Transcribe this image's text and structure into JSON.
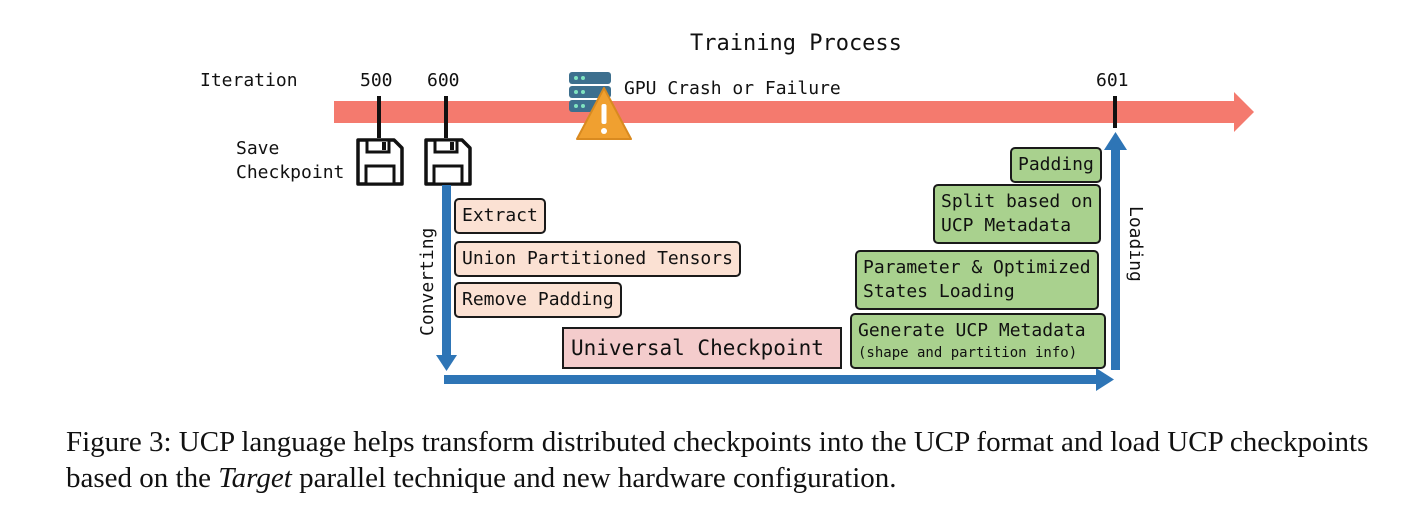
{
  "title": "Training Process",
  "iteration_label": "Iteration",
  "iterations": [
    "500",
    "600",
    "601"
  ],
  "failure_label": "GPU Crash or Failure",
  "save_label_line1": "Save",
  "save_label_line2": "Checkpoint",
  "converting_label": "Converting",
  "loading_label": "Loading",
  "convert_steps": [
    "Extract",
    "Union Partitioned Tensors",
    "Remove Padding"
  ],
  "universal_checkpoint": "Universal Checkpoint",
  "load_steps": {
    "padding": "Padding",
    "split_line1": "Split based on",
    "split_line2": "UCP Metadata",
    "param_line1": "Parameter & Optimized",
    "param_line2": "States Loading",
    "generate_line1": "Generate UCP Metadata",
    "generate_line2": "(shape and partition info)"
  },
  "caption": {
    "part1": "Figure 3: UCP language helps transform distributed checkpoints into the UCP  format and load UCP checkpoints based on the ",
    "italic": "Target",
    "part2": " parallel technique and new hardware configuration."
  },
  "colors": {
    "timeline": "#f47a6e",
    "flow_arrow": "#2e75b6",
    "convert_box": "#fbe1d3",
    "load_box": "#a9d18e",
    "universal_box": "#f4cccc",
    "warning": "#f0a030"
  }
}
